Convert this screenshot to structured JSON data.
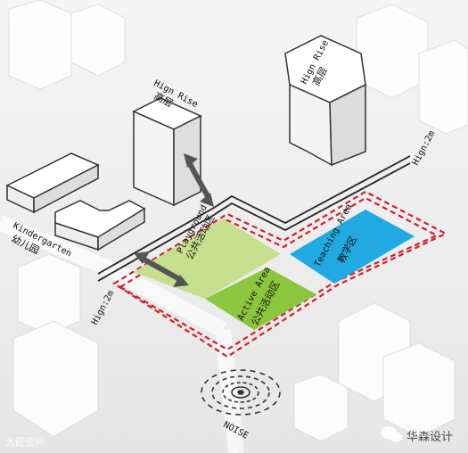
{
  "labels": {
    "high_rise_left_en": "Hign Rise",
    "high_rise_left_cn": "高层",
    "high_rise_right_en": "Hign Rise",
    "high_rise_right_cn": "高层",
    "kindergarten_en": "Kindergarten",
    "kindergarten_cn": "幼儿园",
    "height_top": "Hign:2m",
    "height_left": "Hign:2m",
    "playground_en": "Playground",
    "playground_cn": "公共活动区",
    "active_en": "Active Area",
    "active_cn": "公共活动区",
    "teaching_en": "Teaching Area",
    "teaching_cn": "教学区",
    "noise": "NOISE"
  },
  "watermarks": {
    "left": "大匠空间",
    "right": "华森设计"
  },
  "colors": {
    "playground": "#c6df8e",
    "active": "#8cc63e",
    "teaching": "#21aae1",
    "boundary": "#d31e2c",
    "wall": "#222222",
    "arrow": "#555555"
  },
  "icons": [
    "double-arrow-icon",
    "noise-rings-icon",
    "wechat-icon"
  ]
}
